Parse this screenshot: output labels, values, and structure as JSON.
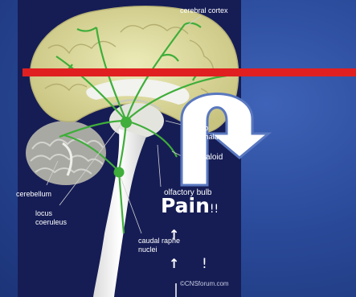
{
  "labels": {
    "cerebral_cortex": "cerebral cortex",
    "to_thalamus": "to\nthalamus",
    "amygdaloid_body": "ygdaloid\ndy",
    "cerebellum": "cerebellum",
    "olfactory_bulb": "olfactory bulb",
    "locus_coeruleus": "locus\ncoeruleus",
    "caudal_raphe_nuclei": "caudal raphe\nnuclei",
    "credit": "©CNSforum.com"
  },
  "pain_text": "Pain",
  "pain_exclaim": "!!",
  "up_arrow_glyph": "↑",
  "exclaim_glyph": "!",
  "colors": {
    "background": "#2a4a9a",
    "panel": "#161d55",
    "cortex": "#d8d49a",
    "pathway": "#3fae3a",
    "red_bar": "#e02020",
    "u_arrow": "#ffffff",
    "u_arrow_border": "#5a78c0"
  }
}
